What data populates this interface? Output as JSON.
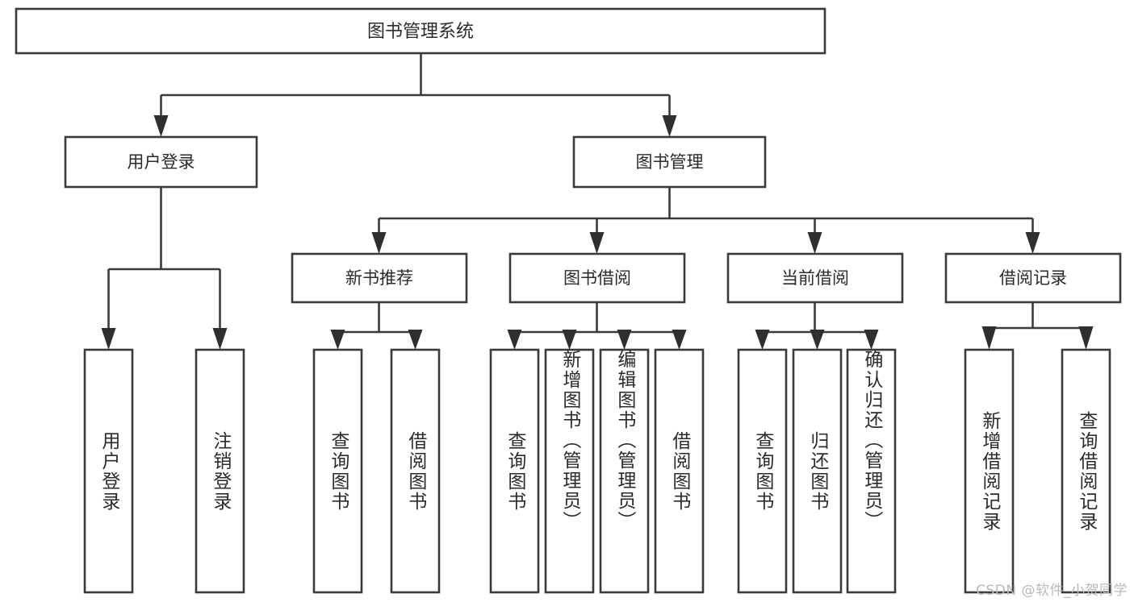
{
  "diagram": {
    "type": "tree-hierarchy-chart",
    "title": "图书管理系统",
    "root": {
      "id": "root",
      "label": "图书管理系统",
      "level": 0
    },
    "level2": [
      {
        "id": "user-login",
        "label": "用户登录"
      },
      {
        "id": "book-management",
        "label": "图书管理"
      }
    ],
    "level3": [
      {
        "id": "new-book-recommend",
        "label": "新书推荐",
        "parent": "book-management"
      },
      {
        "id": "book-borrow",
        "label": "图书借阅",
        "parent": "book-management"
      },
      {
        "id": "current-borrow",
        "label": "当前借阅",
        "parent": "book-management"
      },
      {
        "id": "borrow-record",
        "label": "借阅记录",
        "parent": "book-management"
      }
    ],
    "leaves": [
      {
        "id": "leaf-user-login",
        "label": "用户登录",
        "parent": "user-login"
      },
      {
        "id": "leaf-logout-login",
        "label": "注销登录",
        "parent": "user-login"
      },
      {
        "id": "leaf-query-book-1",
        "label": "查询图书",
        "parent": "new-book-recommend"
      },
      {
        "id": "leaf-borrow-book-1",
        "label": "借阅图书",
        "parent": "new-book-recommend"
      },
      {
        "id": "leaf-query-book-2",
        "label": "查询图书",
        "parent": "book-borrow"
      },
      {
        "id": "leaf-add-book",
        "label": "新增图书（管理员）",
        "parent": "book-borrow"
      },
      {
        "id": "leaf-edit-book",
        "label": "编辑图书（管理员）",
        "parent": "book-borrow"
      },
      {
        "id": "leaf-borrow-book-2",
        "label": "借阅图书",
        "parent": "book-borrow"
      },
      {
        "id": "leaf-query-book-3",
        "label": "查询图书",
        "parent": "current-borrow"
      },
      {
        "id": "leaf-return-book",
        "label": "归还图书",
        "parent": "current-borrow"
      },
      {
        "id": "leaf-confirm-return",
        "label": "确认归还（管理员）",
        "parent": "current-borrow"
      },
      {
        "id": "leaf-add-record",
        "label": "新增借阅记录",
        "parent": "borrow-record"
      },
      {
        "id": "leaf-query-record",
        "label": "查询借阅记录",
        "parent": "borrow-record"
      }
    ],
    "colors": {
      "border": "#3a3a3a",
      "box_fill": "#ffffff",
      "text": "#2b2b2b",
      "arrow": "#2f2f2f",
      "background": "#ffffff",
      "watermark": "#b9b9b9"
    }
  },
  "watermark": {
    "text": "CSDN @软件_小贺同学"
  }
}
